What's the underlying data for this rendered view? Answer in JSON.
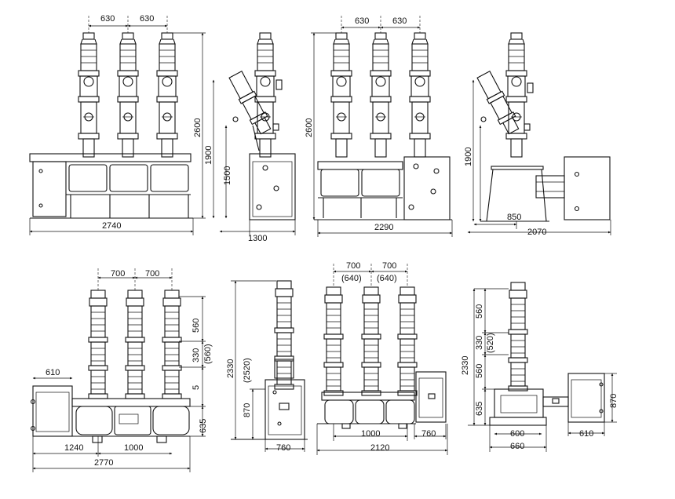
{
  "dims": {
    "top_front_a_spacing_1": "630",
    "top_front_a_spacing_2": "630",
    "top_front_a_height": "2600",
    "top_front_a_width": "2740",
    "top_side_a_height_1": "1900",
    "top_side_a_height_2": "1500",
    "top_side_a_width": "1300",
    "top_front_b_spacing_1": "630",
    "top_front_b_spacing_2": "630",
    "top_front_b_height": "2600",
    "top_front_b_width": "2290",
    "top_side_b_height": "1900",
    "top_side_b_offset": "850",
    "top_side_b_width": "2070",
    "bot_front_a_spacing_1": "700",
    "bot_front_a_spacing_2": "700",
    "bot_front_a_v1": "560",
    "bot_front_a_v2": "330",
    "bot_front_a_v2_alt": "(560)",
    "bot_front_a_v3": "5",
    "bot_front_a_v4": "635",
    "bot_front_a_cabinet": "610",
    "bot_front_a_w1": "1240",
    "bot_front_a_w2": "1000",
    "bot_front_a_total": "2770",
    "bot_side_a_height": "2330",
    "bot_side_a_height_alt": "(2520)",
    "bot_side_a_v": "870",
    "bot_side_a_width": "760",
    "bot_front_b_spacing_1": "700",
    "bot_front_b_spacing_2": "700",
    "bot_front_b_spacing_1_alt": "(640)",
    "bot_front_b_spacing_2_alt": "(640)",
    "bot_front_b_w1": "1000",
    "bot_front_b_cabinet": "760",
    "bot_front_b_total": "2120",
    "bot_side_b_height": "2330",
    "bot_side_b_v1": "560",
    "bot_side_b_v2": "330",
    "bot_side_b_v2_alt": "(520)",
    "bot_side_b_v3": "560",
    "bot_side_b_v4": "635",
    "bot_side_b_v5": "870",
    "bot_side_b_w1": "600",
    "bot_side_b_w2": "660",
    "bot_side_b_w3": "610"
  }
}
